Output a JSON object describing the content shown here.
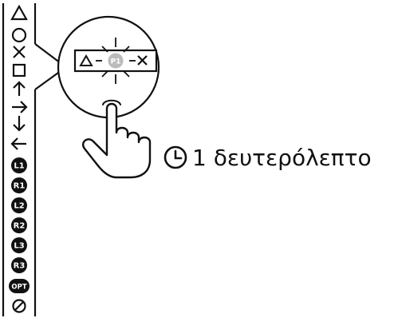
{
  "button_list": {
    "symbol_icons": [
      "triangle-icon",
      "circle-icon",
      "cross-icon",
      "square-icon",
      "arrow-up-icon",
      "arrow-right-icon",
      "arrow-down-icon",
      "arrow-left-icon"
    ],
    "labeled_buttons": [
      "L1",
      "R1",
      "L2",
      "R2",
      "L3",
      "R3",
      "OPT"
    ],
    "last_icon": "prohibited-icon"
  },
  "zoom_panel": {
    "left_symbol_icon": "triangle-icon",
    "center_badge": "P1",
    "right_symbol_icon": "cross-icon",
    "blinking": true
  },
  "hand_icon": "pointing-hand-press-icon",
  "duration": {
    "icon": "clock-icon",
    "text": "1 δευτερόλεπτο"
  },
  "colors": {
    "ink": "#111111",
    "badge_dim": "#bbbbbb",
    "background": "#ffffff"
  }
}
